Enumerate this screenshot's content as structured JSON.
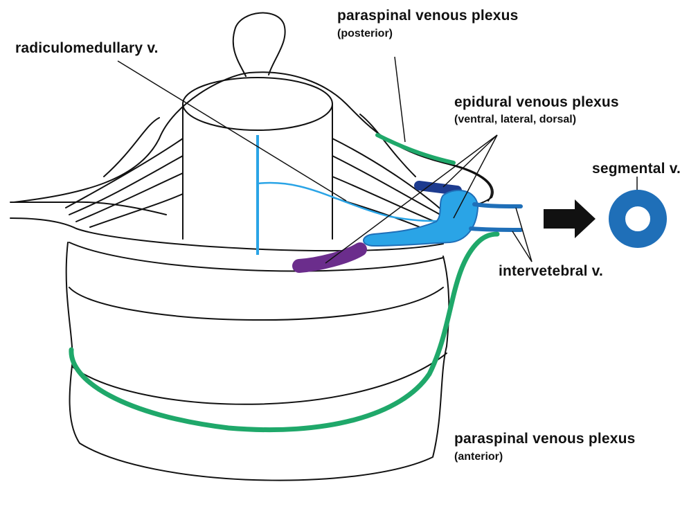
{
  "labels": {
    "radiculomedullary": "radiculomedullary v.",
    "paraspinal_posterior": "paraspinal venous plexus",
    "paraspinal_posterior_sub": "(posterior)",
    "epidural": "epidural venous plexus",
    "epidural_sub": "(ventral, lateral, dorsal)",
    "segmental": "segmental v.",
    "intervertebral": "intervetebral v.",
    "paraspinal_anterior": "paraspinal venous plexus",
    "paraspinal_anterior_sub": "(anterior)"
  },
  "colors": {
    "outline": "#111111",
    "green_plexus": "#1fa86a",
    "light_blue": "#2aa4e6",
    "medium_blue": "#1f6fb8",
    "dark_blue": "#1d3b8f",
    "purple": "#6b2d8c",
    "arrow": "#111111"
  }
}
